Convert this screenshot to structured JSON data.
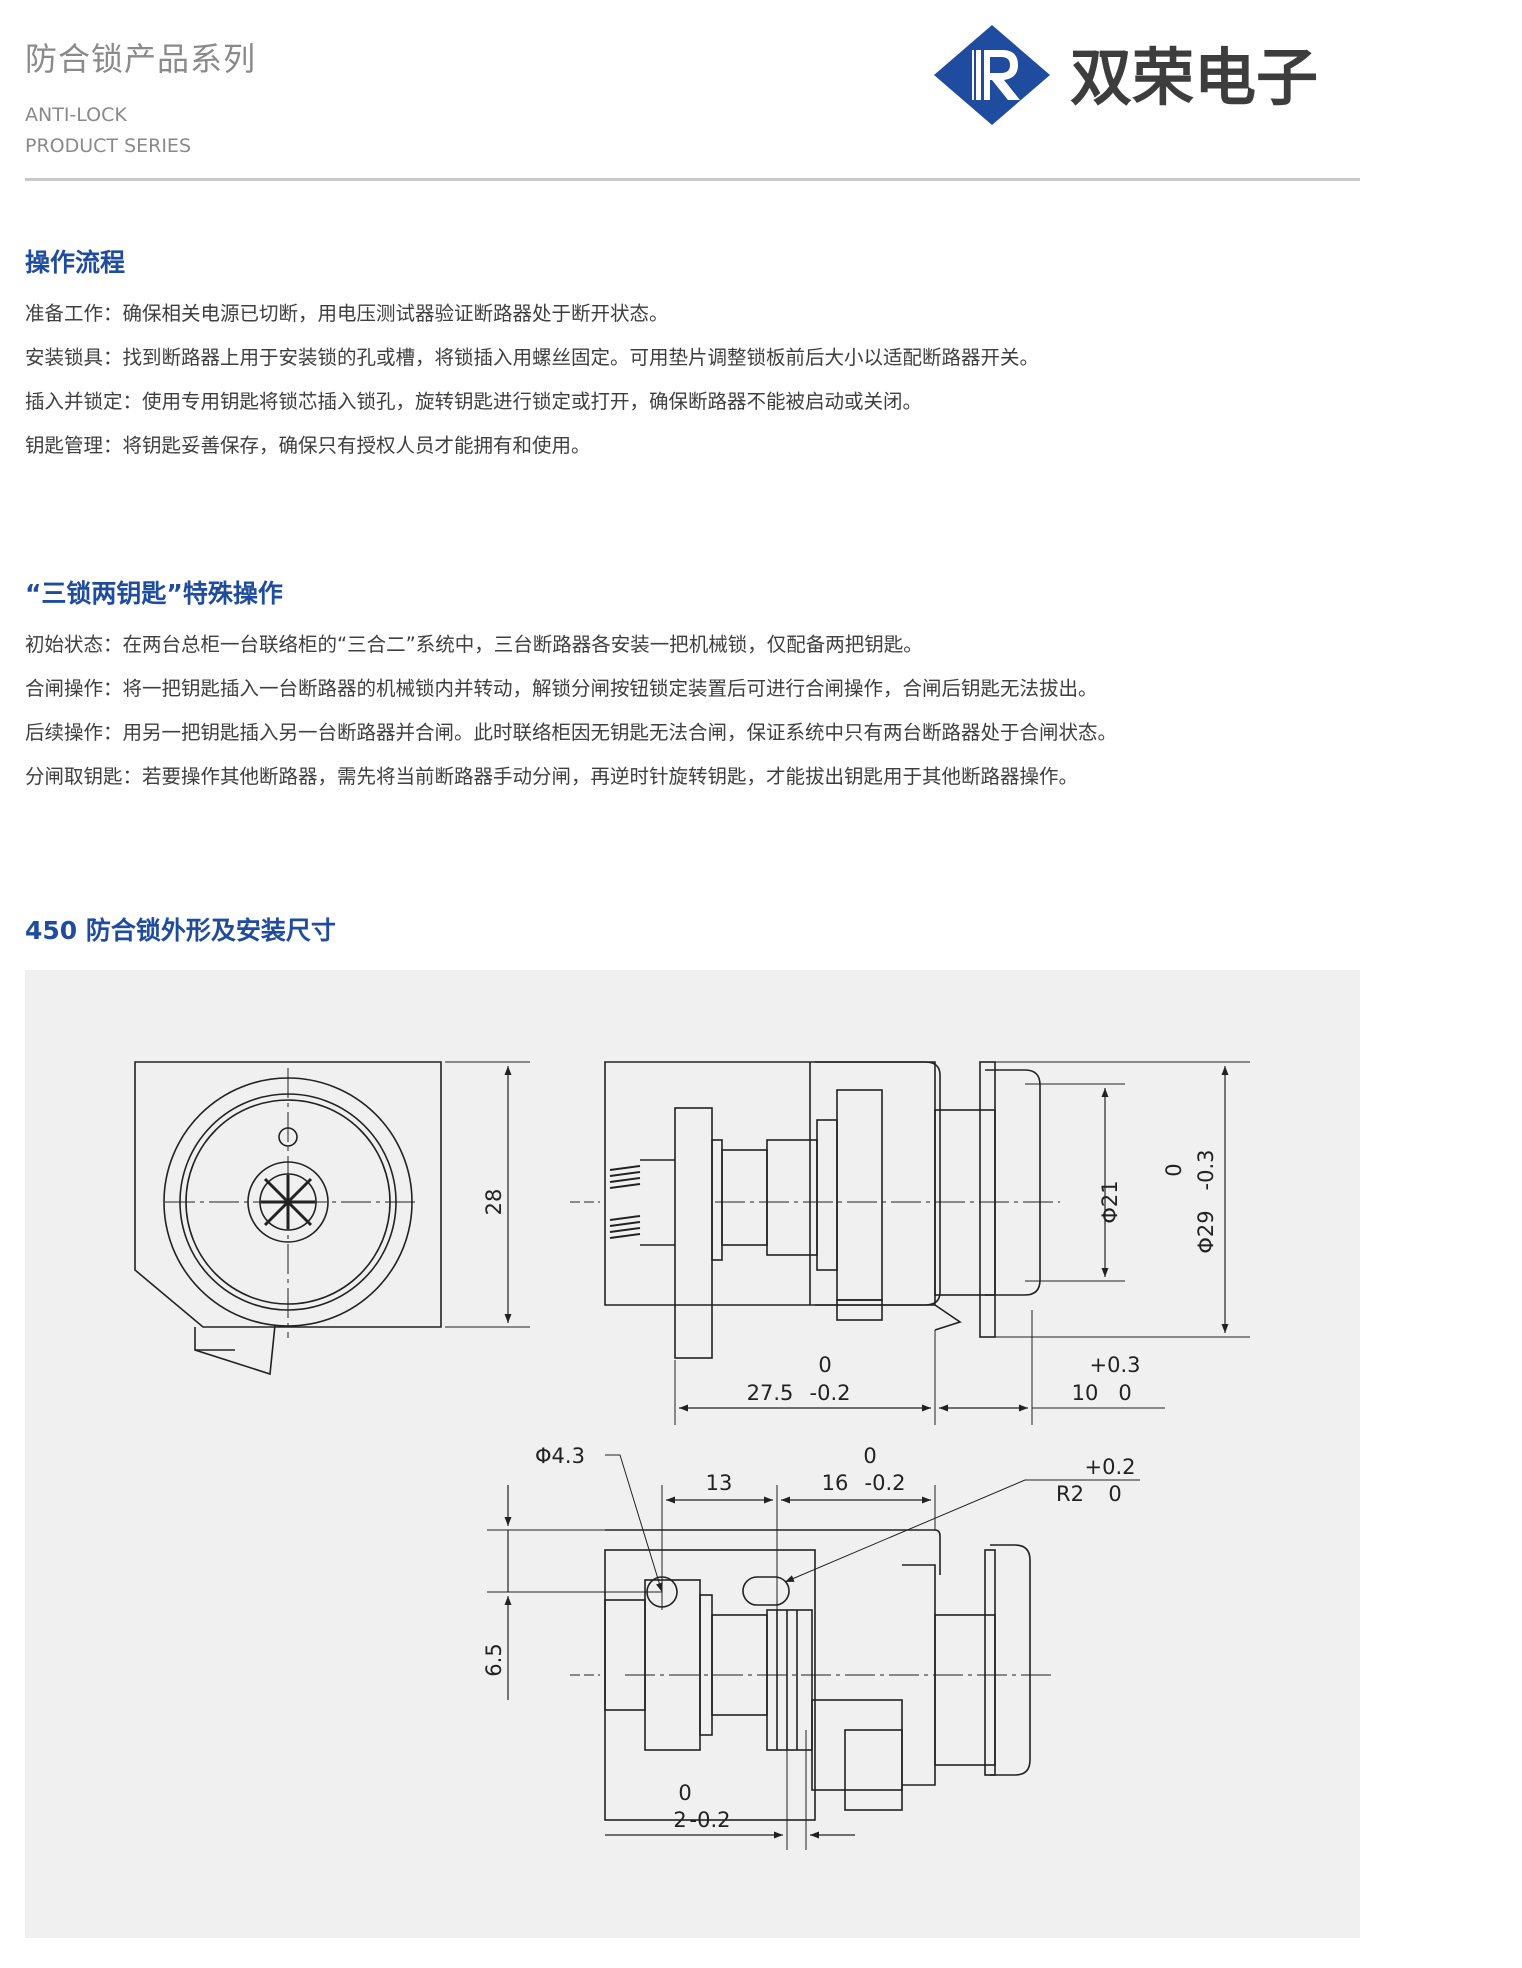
{
  "header": {
    "series_cn": "防合锁产品系列",
    "series_en_line1": "ANTI-LOCK",
    "series_en_line2": "PRODUCT SERIES",
    "brand_name": "双荣电子",
    "brand_color": "#1f4c9e"
  },
  "sections": [
    {
      "title": "操作流程",
      "lines": [
        "准备工作：确保相关电源已切断，用电压测试器验证断路器处于断开状态。",
        "安装锁具：找到断路器上用于安装锁的孔或槽，将锁插入用螺丝固定。可用垫片调整锁板前后大小以适配断路器开关。",
        "插入并锁定：使用专用钥匙将锁芯插入锁孔，旋转钥匙进行锁定或打开，确保断路器不能被启动或关闭。",
        "钥匙管理：将钥匙妥善保存，确保只有授权人员才能拥有和使用。"
      ]
    },
    {
      "title": "“三锁两钥匙”特殊操作",
      "lines": [
        "初始状态：在两台总柜一台联络柜的“三合二”系统中，三台断路器各安装一把机械锁，仅配备两把钥匙。",
        "合闸操作：将一把钥匙插入一台断路器的机械锁内并转动，解锁分闸按钮锁定装置后可进行合闸操作，合闸后钥匙无法拔出。",
        "后续操作：用另一把钥匙插入另一台断路器并合闸。此时联络柜因无钥匙无法合闸，保证系统中只有两台断路器处于合闸状态。",
        "分闸取钥匙：若要操作其他断路器，需先将当前断路器手动分闸，再逆时针旋转钥匙，才能拔出钥匙用于其他断路器操作。"
      ]
    },
    {
      "title": "450 防合锁外形及安装尺寸",
      "lines": []
    }
  ],
  "drawing": {
    "dim_28": "28",
    "dim_phi21": "Φ21",
    "dim_phi29": "Φ29",
    "dim_phi29_tol_upper": "0",
    "dim_phi29_tol_lower": "-0.3",
    "dim_275": "27.5",
    "dim_275_tol_upper": "0",
    "dim_275_tol_lower": "-0.2",
    "dim_10": "10",
    "dim_10_tol_upper": "+0.3",
    "dim_10_tol_lower": "0",
    "dim_phi43": "Φ4.3",
    "dim_13": "13",
    "dim_16": "16",
    "dim_16_tol_upper": "0",
    "dim_16_tol_lower": "-0.2",
    "dim_r2": "R2",
    "dim_r2_tol_upper": "+0.2",
    "dim_r2_tol_lower": "0",
    "dim_65": "6.5",
    "dim_2": "2",
    "dim_2_tol_upper": "0",
    "dim_2_tol_lower": "-0.2"
  }
}
